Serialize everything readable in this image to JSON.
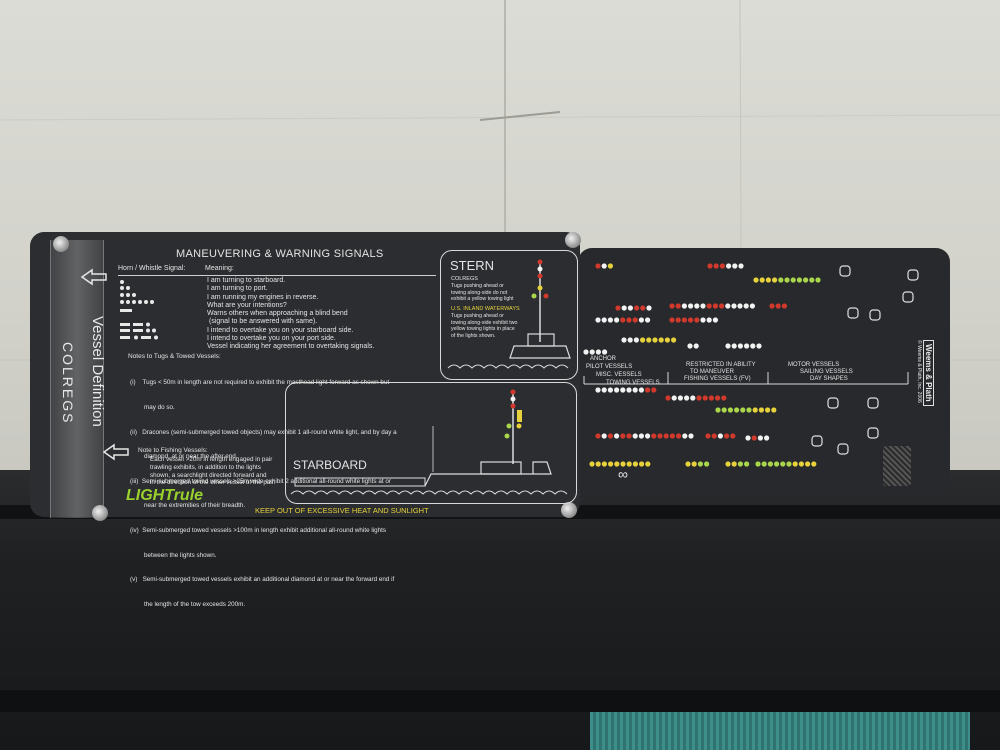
{
  "card": {
    "title": "MANEUVERING & WARNING SIGNALS",
    "col_horn": "Horn / Whistle Signal:",
    "col_meaning": "Meaning:",
    "meanings": [
      "I am turning to starboard.",
      "I am turning to port.",
      "I am running my engines in reverse.",
      "What are your intentions?",
      "Warns others when approaching a blind bend",
      "(signal to be answered with same).",
      "I intend to overtake you on your starboard side.",
      "I intend to overtake you on your port side.",
      "Vessel indicating her agreement to overtaking signals."
    ],
    "tugs_heading": "Notes to Tugs & Towed Vessels:",
    "tugs_notes": [
      "(i)    Tugs < 50m in length are not required to exhibit the masthead light forward as shown but",
      "        may do so.",
      "(ii)   Dracones (semi-submerged towed objects) may exhibit 1 all-round white light, and by day a",
      "        diamond, at or near the after end.",
      "(iii)  Semi-submerged towed vessels >25m wide exhibit 2 additional all-round white lights at or",
      "        near the extremities of their breadth.",
      "(iv)  Semi-submerged towed vessels >100m in length exhibit additional all-round white lights",
      "        between the lights shown.",
      "(v)   Semi-submerged towed vessels exhibit an additional diamond at or near the forward end if",
      "        the length of the tow exceeds 200m."
    ],
    "fishing_heading": "Note to Fishing Vessels:",
    "fishing_notes": [
      "Each vessel >20m in length engaged in pair",
      "trawling exhibits, in addition to the lights",
      "shown,  a searchlight directed forward and",
      "in the direction of the other vessel of the pair."
    ],
    "stern_title": "STERN",
    "stern_colregs": "COLREGS",
    "stern_text": [
      "Tugs pushing ahead or",
      "towing along-side do not",
      "exhibit a yellow towing light"
    ],
    "us_inland": "U.S. INLAND WATERWAYS",
    "us_text": [
      "Tugs pushing ahead or",
      "towing along-side exhibit two",
      "yellow towing lights in place",
      "of the lights shown."
    ],
    "starboard_title": "STARBOARD",
    "brand": "LIGHTrule",
    "warning": "KEEP OUT OF EXCESSIVE HEAT AND SUNLIGHT",
    "vessel_definition": "Vessel Definition",
    "colregs": "COLREGS"
  },
  "legend": {
    "anchor": "ANCHOR",
    "pilot": "PILOT VESSELS",
    "misc": "MISC. VESSELS",
    "towing": "TOWING VESSELS",
    "restricted_1": "RESTRICTED IN ABILITY",
    "restricted_2": "TO MANEUVER",
    "fishing": "FISHING VESSELS (FV)",
    "motor": "MOTOR VESSELS",
    "sailing": "SAILING VESSELS",
    "day": "DAY SHAPES",
    "maker": "Weems & Plath",
    "copyright": "© Weems & Plath, Inc. 2006",
    "infinity": "∞"
  },
  "colors": {
    "red": "#d2392d",
    "white": "#f2f2f2",
    "green": "#a9d64a",
    "yellow": "#e7d23c",
    "brand_green": "#9ad12e"
  }
}
